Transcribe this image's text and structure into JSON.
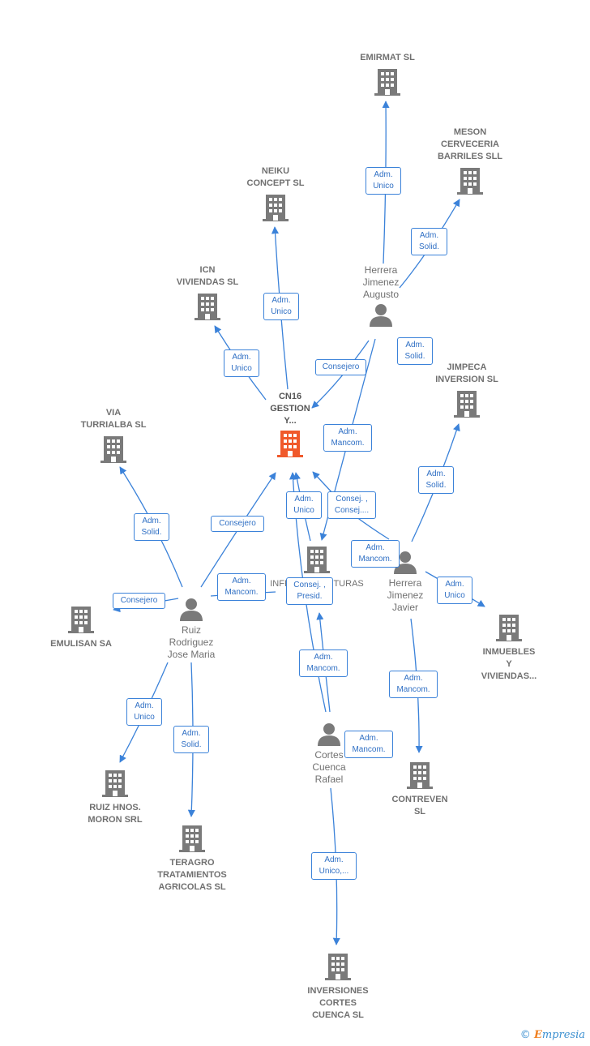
{
  "colors": {
    "edge": "#3b82d9",
    "building": "#7a7a7a",
    "focus": "#f0592b",
    "person": "#7a7a7a"
  },
  "nodes": [
    {
      "id": "emirmat",
      "type": "company",
      "label": "EMIRMAT SL"
    },
    {
      "id": "meson",
      "type": "company",
      "label": "MESON\nCERVECERIA\nBARRILES SLL"
    },
    {
      "id": "neiku",
      "type": "company",
      "label": "NEIKU\nCONCEPT  SL"
    },
    {
      "id": "icn",
      "type": "company",
      "label": "ICN\nVIVIENDAS  SL"
    },
    {
      "id": "cn16",
      "type": "focus",
      "label": "CN16\nGESTION\nY..."
    },
    {
      "id": "jimpeca",
      "type": "company",
      "label": "JIMPECA\nINVERSION  SL"
    },
    {
      "id": "via",
      "type": "company",
      "label": "VIA\nTURRIALBA  SL"
    },
    {
      "id": "infra",
      "type": "company",
      "label": "INFRAESTRUCTURAS\nSL"
    },
    {
      "id": "emulisan",
      "type": "company",
      "label": "EMULISAN SA"
    },
    {
      "id": "inmuebles",
      "type": "company",
      "label": "INMUEBLES\nY\nVIVIENDAS..."
    },
    {
      "id": "ruizhnos",
      "type": "company",
      "label": "RUIZ HNOS.\nMORON SRL"
    },
    {
      "id": "teragro",
      "type": "company",
      "label": "TERAGRO\nTRATAMIENTOS\nAGRICOLAS SL"
    },
    {
      "id": "contreven",
      "type": "company",
      "label": "CONTREVEN\nSL"
    },
    {
      "id": "inversiones",
      "type": "company",
      "label": "INVERSIONES\nCORTES\nCUENCA  SL"
    },
    {
      "id": "augusto",
      "type": "person",
      "label": "Herrera\nJimenez\nAugusto"
    },
    {
      "id": "javier",
      "type": "person",
      "label": "Herrera\nJimenez\nJavier"
    },
    {
      "id": "ruiz",
      "type": "person",
      "label": "Ruiz\nRodriguez\nJose Maria"
    },
    {
      "id": "cortes",
      "type": "person",
      "label": "Cortes\nCuenca\nRafael"
    }
  ],
  "badges": [
    {
      "id": "b1",
      "label": "Adm.\nUnico"
    },
    {
      "id": "b2",
      "label": "Adm.\nSolid."
    },
    {
      "id": "b3",
      "label": "Adm.\nUnico"
    },
    {
      "id": "b4",
      "label": "Adm.\nUnico"
    },
    {
      "id": "b5",
      "label": "Consejero"
    },
    {
      "id": "b6",
      "label": "Adm.\nSolid."
    },
    {
      "id": "b7",
      "label": "Adm.\nMancom."
    },
    {
      "id": "b8",
      "label": "Adm.\nSolid."
    },
    {
      "id": "b9",
      "label": "Adm.\nSolid."
    },
    {
      "id": "b10",
      "label": "Consejero"
    },
    {
      "id": "b11",
      "label": "Adm.\nUnico"
    },
    {
      "id": "b12",
      "label": "Consej. ,\nConsej...."
    },
    {
      "id": "b13",
      "label": "Adm.\nMancom."
    },
    {
      "id": "b14",
      "label": "Consejero"
    },
    {
      "id": "b15",
      "label": "Adm.\nMancom."
    },
    {
      "id": "b16",
      "label": "Consej. ,\nPresid."
    },
    {
      "id": "b17",
      "label": "Adm.\nUnico"
    },
    {
      "id": "b18",
      "label": "Adm.\nMancom."
    },
    {
      "id": "b19",
      "label": "Adm.\nMancom."
    },
    {
      "id": "b20",
      "label": "Adm.\nUnico"
    },
    {
      "id": "b21",
      "label": "Adm.\nSolid."
    },
    {
      "id": "b22",
      "label": "Adm.\nMancom."
    },
    {
      "id": "b23",
      "label": "Adm.\nUnico,..."
    }
  ],
  "brand": {
    "copyright": "©",
    "e": "E",
    "rest": "mpresia"
  }
}
